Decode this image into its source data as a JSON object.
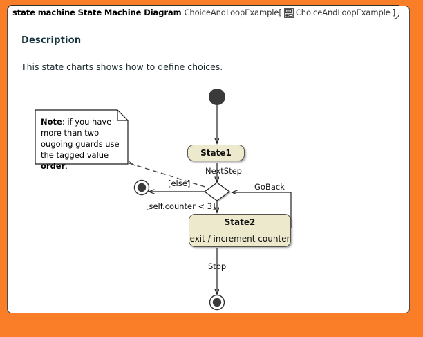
{
  "window": {
    "background_color": "#f97e27",
    "panel_color": "#ffffff"
  },
  "header": {
    "diagram_kind": "state machine State Machine Diagram",
    "diagram_name": "ChoiceAndLoopExample",
    "bracket_open": "[",
    "bracket_close": "]",
    "icon": "state-machine-icon",
    "context_name": "ChoiceAndLoopExample"
  },
  "description": {
    "title": "Description",
    "text": "This state charts shows how to define choices."
  },
  "note": {
    "label": "Note",
    "separator": ": ",
    "line1": "if you have more",
    "line2": "than two ougoing",
    "line3": "guards use the",
    "line4_prefix": "tagged value ",
    "line4_bold": "order",
    "line4_suffix": "."
  },
  "diagram": {
    "type": "uml-state-machine",
    "nodes": [
      {
        "id": "initial",
        "kind": "initial-state",
        "label": ""
      },
      {
        "id": "state1",
        "kind": "simple-state",
        "label": "State1"
      },
      {
        "id": "choice",
        "kind": "choice-pseudostate",
        "label": ""
      },
      {
        "id": "state2",
        "kind": "composite-state",
        "label": "State2",
        "body": "exit / increment counter"
      },
      {
        "id": "final-left",
        "kind": "final-state",
        "label": ""
      },
      {
        "id": "final-bottom",
        "kind": "final-state",
        "label": ""
      }
    ],
    "transitions": [
      {
        "from": "initial",
        "to": "state1",
        "label": ""
      },
      {
        "from": "state1",
        "to": "choice",
        "label": "NextStep"
      },
      {
        "from": "choice",
        "to": "final-left",
        "label": "[else]"
      },
      {
        "from": "choice",
        "to": "state2",
        "label": "[self.counter < 3]"
      },
      {
        "from": "state2",
        "to": "choice",
        "label": "GoBack"
      },
      {
        "from": "state2",
        "to": "final-bottom",
        "label": "Stop"
      }
    ],
    "labels": {
      "nextstep": "NextStep",
      "else": "[else]",
      "goback": "GoBack",
      "counter_guard": "[self.counter < 3]",
      "stop": "Stop"
    },
    "state1": {
      "title": "State1"
    },
    "state2": {
      "title": "State2",
      "body": "exit / increment counter"
    },
    "colors": {
      "state_fill": "#ece9cd",
      "state_border": "#55544a",
      "node_fill": "#3a3a3a",
      "edge": "#222222"
    }
  }
}
